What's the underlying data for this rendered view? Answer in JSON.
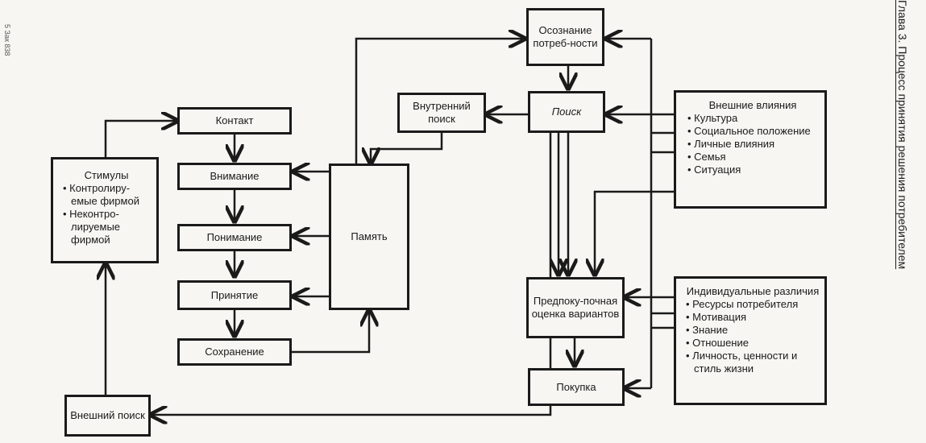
{
  "boxes": {
    "need": "Осознание потреб-ности",
    "search": "Поиск",
    "internal": "Внутренний поиск",
    "external_infl": {
      "title": "Внешние влияния",
      "items": [
        "Культура",
        "Социальное положение",
        "Личные влияния",
        "Семья",
        "Ситуация"
      ]
    },
    "contact": "Контакт",
    "attention": "Внимание",
    "comprehension": "Понимание",
    "acceptance": "Принятие",
    "retention": "Сохранение",
    "memory": "Память",
    "stimuli": {
      "title": "Стимулы",
      "items": [
        "Контролиру-емые фирмой",
        "Неконтро-лируемые фирмой"
      ]
    },
    "external_search": "Внешний поиск",
    "evaluation": "Предпоку-почная оценка вариантов",
    "individual": {
      "title": "Индивидуальные различия",
      "items": [
        "Ресурсы потребителя",
        "Мотивация",
        "Знание",
        "Отношение",
        "Личность, ценности и стиль жизни"
      ]
    },
    "purchase": "Покупка"
  },
  "side_title": "Глава 3. Процесс принятия решения потребителем",
  "margin_note": "5 Зак 838"
}
